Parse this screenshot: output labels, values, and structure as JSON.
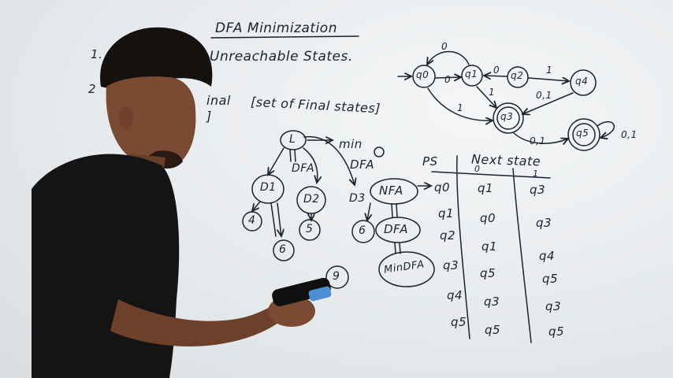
{
  "board": {
    "title": "DFA Minimization",
    "item_1_number": "1.",
    "item_1_text": "Unreachable States.",
    "item_2_number": "2",
    "item_2_text": "inal",
    "item_2_bracket": "]",
    "final_states_note": "[set of Final states]"
  },
  "tree": {
    "root": "L",
    "min_label": "min",
    "dfa_label": "DFA",
    "dfa_mid": "DFA",
    "d1": "D1",
    "d2": "D2",
    "d3": "D3",
    "nfa": "NFA",
    "dfa_box": "DFA",
    "min_dfa": "MinDFA",
    "n4": "4",
    "n5": "5",
    "n6a": "6",
    "n6b": "6",
    "n9": "9"
  },
  "state_diagram": {
    "states": [
      "q0",
      "q1",
      "q2",
      "q3",
      "q4",
      "q5"
    ],
    "edge_labels": {
      "q1_q0_top": "0",
      "q0_q1": "0",
      "q2_q1": "0",
      "q2_q4": "1",
      "q0_q3": "1",
      "q1_q3": "1",
      "q4_q3": "0,1",
      "q3_q5": "0,1",
      "q5_self": "0,1"
    }
  },
  "transition_table": {
    "header_ps": "PS",
    "header_next": "Next state",
    "col_inputs": [
      "0",
      "1"
    ],
    "rows": [
      {
        "ps": "q0",
        "on0": "q1",
        "on1": "q3"
      },
      {
        "ps": "q1",
        "on0": "q0",
        "on1": "q3"
      },
      {
        "ps": "q2",
        "on0": "q1",
        "on1": "q4"
      },
      {
        "ps": "q3",
        "on0": "q5",
        "on1": "q5"
      },
      {
        "ps": "q4",
        "on0": "q3",
        "on1": "q3"
      },
      {
        "ps": "q5",
        "on0": "q5",
        "on1": "q5"
      }
    ]
  }
}
